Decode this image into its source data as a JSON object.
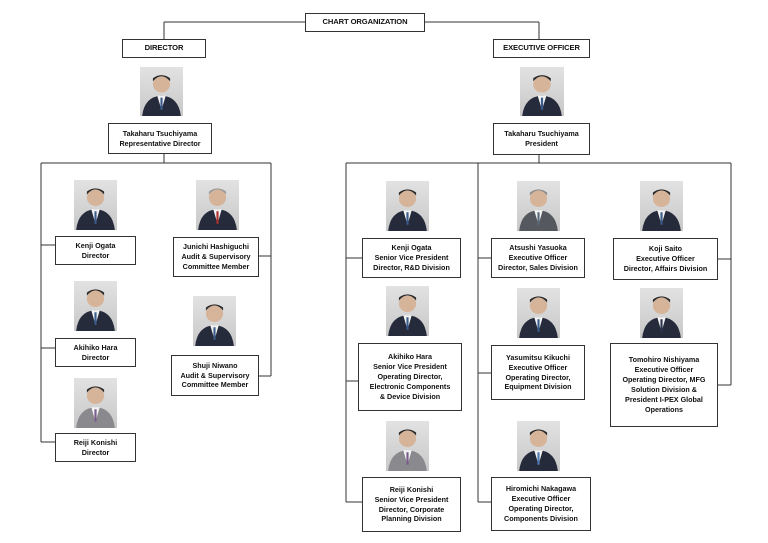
{
  "chart_title": "CHART ORGANIZATION",
  "director_header": "DIRECTOR",
  "executive_header": "EXECUTIVE OFFICER",
  "directors": {
    "top": {
      "name": "Takaharu Tsuchiyama",
      "title": "Representative Director"
    },
    "ogata": {
      "name": "Kenji Ogata",
      "title": "Director"
    },
    "hara": {
      "name": "Akihiko Hara",
      "title": "Director"
    },
    "konishi": {
      "name": "Reiji Konishi",
      "title": "Director"
    },
    "hashiguchi": {
      "name": "Junichi Hashiguchi",
      "title1": "Audit & Supervisory",
      "title2": "Committee Member"
    },
    "niwano": {
      "name": "Shuji Niwano",
      "title1": "Audit & Supervisory",
      "title2": "Committee Member"
    }
  },
  "executives": {
    "top": {
      "name": "Takaharu Tsuchiyama",
      "title": "President"
    },
    "ogata": {
      "name": "Kenji Ogata",
      "l1": "Senior Vice President",
      "l2": "Director, R&D Division"
    },
    "hara": {
      "name": "Akihiko Hara",
      "l1": "Senior Vice President",
      "l2": "Operating Director,",
      "l3": "Electronic Components",
      "l4": "& Device Division"
    },
    "konishi": {
      "name": "Reiji Konishi",
      "l1": "Senior Vice President",
      "l2": "Director, Corporate",
      "l3": "Planning Division"
    },
    "yasuoka": {
      "name": "Atsushi Yasuoka",
      "l1": "Executive Officer",
      "l2": "Director, Sales Division"
    },
    "kikuchi": {
      "name": "Yasumitsu Kikuchi",
      "l1": "Executive Officer",
      "l2": "Operating Director,",
      "l3": "Equipment Division"
    },
    "nakagawa": {
      "name": "Hiromichi Nakagawa",
      "l1": "Executive Officer",
      "l2": "Operating Director,",
      "l3": "Components Division"
    },
    "saito": {
      "name": "Koji Saito",
      "l1": "Executive Officer",
      "l2": "Director, Affairs Division"
    },
    "nishiyama": {
      "name": "Tomohiro Nishiyama",
      "l1": "Executive Officer",
      "l2": "Operating Director, MFG",
      "l3": "Solution Division &",
      "l4": "President I-PEX Global",
      "l5": "Operations"
    }
  }
}
